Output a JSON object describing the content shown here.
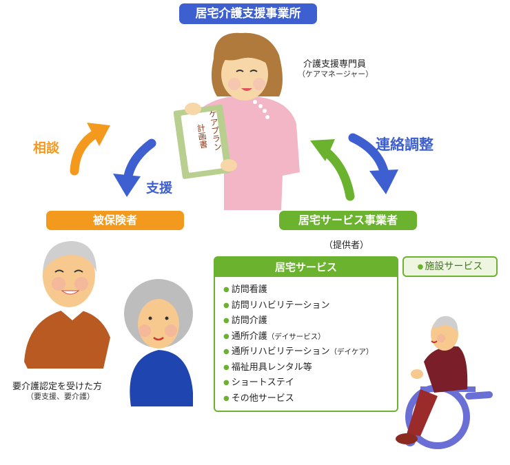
{
  "office": {
    "label": "居宅介護支援事業所"
  },
  "manager": {
    "title": "介護支援専門員",
    "subtitle": "（ケアマネージャー）",
    "plan_text": [
      "ケア",
      "プラン",
      "計画書"
    ]
  },
  "arrows": {
    "consult": "相談",
    "support": "支援",
    "coordination": "連絡調整"
  },
  "insured": {
    "label": "被保険者",
    "description": "要介護認定を受けた方",
    "description_sub": "（要支援、要介護）"
  },
  "provider": {
    "label": "居宅サービス事業者",
    "note": "（提供者）"
  },
  "home_services": {
    "title": "居宅サービス",
    "items": [
      {
        "text": "訪問看護",
        "sub": ""
      },
      {
        "text": "訪問リハビリテーション",
        "sub": ""
      },
      {
        "text": "訪問介護",
        "sub": ""
      },
      {
        "text": "通所介護",
        "sub": "（デイサービス）"
      },
      {
        "text": "通所リハビリテーション",
        "sub": "（デイケア）"
      },
      {
        "text": "福祉用具レンタル等",
        "sub": ""
      },
      {
        "text": "ショートステイ",
        "sub": ""
      },
      {
        "text": "その他サービス",
        "sub": ""
      }
    ]
  },
  "facility_services": {
    "label": "施設サービス"
  },
  "colors": {
    "blue": "#3d5fd0",
    "orange": "#f39a1e",
    "green": "#6bb22e"
  }
}
